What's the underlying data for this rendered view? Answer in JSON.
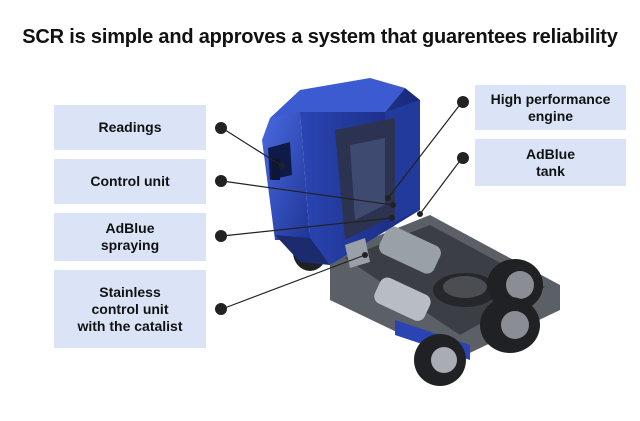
{
  "title": "SCR is simple and approves a system that guarentees reliability",
  "labels": {
    "readings": "Readings",
    "control_unit": "Control unit",
    "adblue_spraying": "AdBlue\nspraying",
    "stainless": "Stainless\ncontrol unit\nwith the catalist",
    "engine": "High performance\nengine",
    "adblue_tank": "AdBlue\ntank"
  },
  "colors": {
    "label_bg": "#dbe4f7",
    "cab_blue": "#2f4fbf",
    "cab_dark": "#1c2f7a",
    "marker": "#222222"
  }
}
